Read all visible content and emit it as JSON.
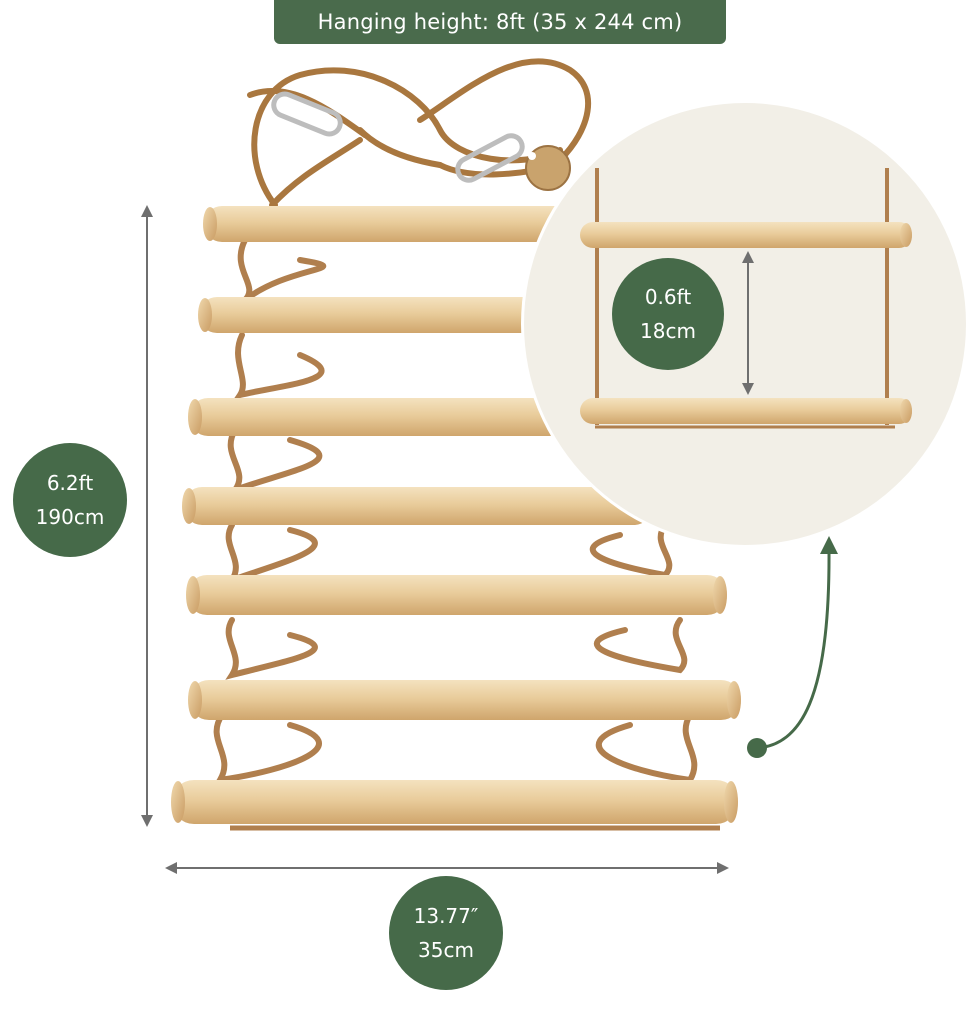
{
  "banner": {
    "text": "Hanging height: 8ft (35 x 244 cm)"
  },
  "dimensions": {
    "height": {
      "line1": "6.2ft",
      "line2": "190cm"
    },
    "width": {
      "line1": "13.77″",
      "line2": "35cm"
    },
    "rung_spacing": {
      "line1": "0.6ft",
      "line2": "18cm"
    }
  },
  "product": {
    "name": "rope-ladder",
    "rung_count": 7,
    "hardware": [
      "carabiner-icon",
      "carabiner-icon",
      "wooden-tag-icon"
    ]
  },
  "colors": {
    "accent_green": "#466a49",
    "wood": "#e6c999",
    "rope": "#b07f4e",
    "inset_background": "#f2efe7",
    "dimension_line": "#6f6f6f"
  }
}
